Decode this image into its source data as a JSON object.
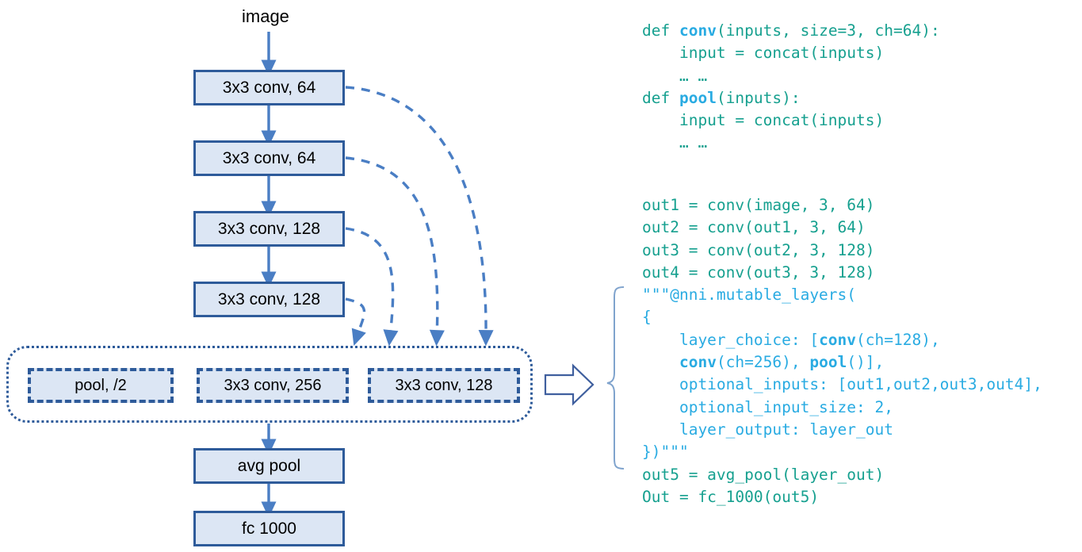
{
  "diagram": {
    "input_label": "image",
    "backbone_nodes": [
      {
        "label": "3x3 conv, 64"
      },
      {
        "label": "3x3 conv, 64"
      },
      {
        "label": "3x3 conv, 128"
      },
      {
        "label": "3x3 conv, 128"
      }
    ],
    "choice_group": {
      "options": [
        {
          "label": "pool, /2"
        },
        {
          "label": "3x3 conv, 256"
        },
        {
          "label": "3x3 conv, 128"
        }
      ]
    },
    "tail_nodes": [
      {
        "label": "avg pool"
      },
      {
        "label": "fc 1000"
      }
    ],
    "colors": {
      "node_fill": "#dce6f4",
      "node_border": "#2e5b9a",
      "arrow": "#4a7ec4",
      "group_border": "#2e5b9a",
      "hollow_arrow": "#3f5f9e",
      "brace": "#6f97c8"
    }
  },
  "code": {
    "colors": {
      "default": "#16a08f",
      "keyword_fn": "#29abe2",
      "nni_block": "#29abe2"
    },
    "block_defs": [
      {
        "seg": [
          {
            "t": "def ",
            "c": "teal"
          },
          {
            "t": "conv",
            "c": "fn"
          },
          {
            "t": "(inputs, size=3, ch=64):",
            "c": "teal"
          }
        ]
      },
      {
        "seg": [
          {
            "t": "    input = concat(inputs)",
            "c": "teal"
          }
        ]
      },
      {
        "seg": [
          {
            "t": "    … …",
            "c": "teal"
          }
        ]
      },
      {
        "seg": [
          {
            "t": "def ",
            "c": "teal"
          },
          {
            "t": "pool",
            "c": "fn"
          },
          {
            "t": "(inputs):",
            "c": "teal"
          }
        ]
      },
      {
        "seg": [
          {
            "t": "    input = concat(inputs)",
            "c": "teal"
          }
        ]
      },
      {
        "seg": [
          {
            "t": "    … …",
            "c": "teal"
          }
        ]
      }
    ],
    "block_body": [
      {
        "seg": [
          {
            "t": "out1 = conv(image, 3, 64)",
            "c": "teal"
          }
        ]
      },
      {
        "seg": [
          {
            "t": "out2 = conv(out1, 3, 64)",
            "c": "teal"
          }
        ]
      },
      {
        "seg": [
          {
            "t": "out3 = conv(out2, 3, 128)",
            "c": "teal"
          }
        ]
      },
      {
        "seg": [
          {
            "t": "out4 = conv(out3, 3, 128)",
            "c": "teal"
          }
        ]
      },
      {
        "seg": [
          {
            "t": "\"\"\"@nni.mutable_layers(",
            "c": "nni"
          }
        ]
      },
      {
        "seg": [
          {
            "t": "{",
            "c": "nni"
          }
        ]
      },
      {
        "seg": [
          {
            "t": "    layer_choice: [",
            "c": "nni"
          },
          {
            "t": "conv",
            "c": "nnib"
          },
          {
            "t": "(ch=128),",
            "c": "nni"
          }
        ]
      },
      {
        "seg": [
          {
            "t": "    ",
            "c": "nni"
          },
          {
            "t": "conv",
            "c": "nnib"
          },
          {
            "t": "(ch=256), ",
            "c": "nni"
          },
          {
            "t": "pool",
            "c": "nnib"
          },
          {
            "t": "()],",
            "c": "nni"
          }
        ]
      },
      {
        "seg": [
          {
            "t": "    optional_inputs: [out1,out2,out3,out4],",
            "c": "nni"
          }
        ]
      },
      {
        "seg": [
          {
            "t": "    optional_input_size: 2,",
            "c": "nni"
          }
        ]
      },
      {
        "seg": [
          {
            "t": "    layer_output: layer_out",
            "c": "nni"
          }
        ]
      },
      {
        "seg": [
          {
            "t": "})\"\"\"",
            "c": "nni"
          }
        ]
      },
      {
        "seg": [
          {
            "t": "out5 = avg_pool(layer_out)",
            "c": "teal"
          }
        ]
      },
      {
        "seg": [
          {
            "t": "Out = fc_1000(out5)",
            "c": "teal"
          }
        ]
      }
    ]
  }
}
